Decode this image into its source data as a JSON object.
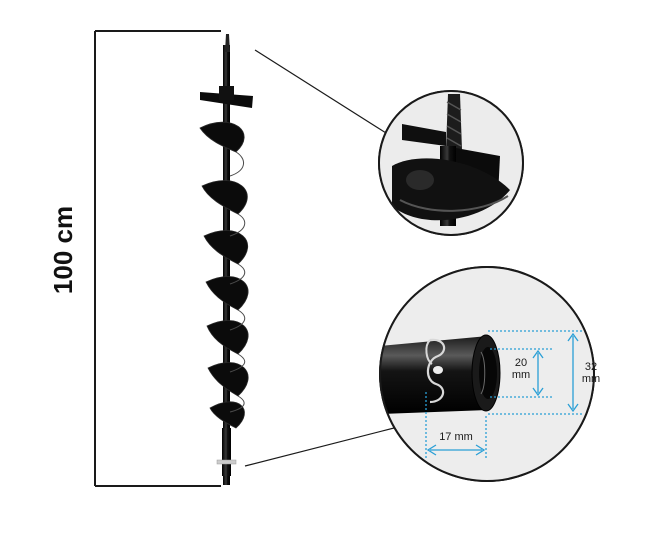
{
  "length_label": "100 cm",
  "dimensions": {
    "inner_diameter_value": "20",
    "inner_diameter_unit": "mm",
    "outer_diameter_value": "32",
    "outer_diameter_unit": "mm",
    "pin_offset": "17 mm"
  },
  "colors": {
    "auger": "#0b0b0b",
    "dimension_lines": "#2a9fd6",
    "frame_lines": "#1a1a1a",
    "background": "#ffffff"
  }
}
